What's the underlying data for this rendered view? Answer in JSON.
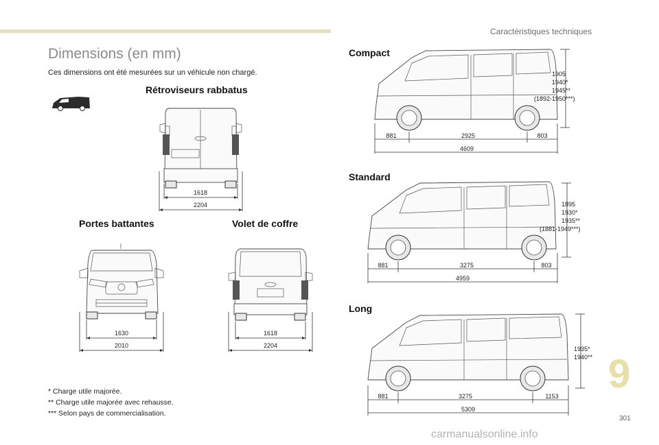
{
  "header": {
    "section": "Caractéristiques techniques"
  },
  "title": "Dimensions (en mm)",
  "subtitle": "Ces dimensions ont été mesurées sur un véhicule non chargé.",
  "sections": {
    "retro": "Rétroviseurs rabbatus",
    "portes": "Portes battantes",
    "volet": "Volet de coffre",
    "compact": "Compact",
    "standard": "Standard",
    "long": "Long"
  },
  "rear_mirrors": {
    "inner": "1618",
    "outer": "2204"
  },
  "portes_battantes": {
    "inner": "1630",
    "outer": "2010"
  },
  "volet_coffre": {
    "inner": "1618",
    "outer": "2204"
  },
  "compact": {
    "front": "881",
    "wheelbase": "2925",
    "rear": "803",
    "total": "4609",
    "heights": [
      "1905",
      "1940*",
      "1945**",
      "(1892-1950***)"
    ]
  },
  "standard": {
    "front": "881",
    "wheelbase": "3275",
    "rear": "803",
    "total": "4959",
    "heights": [
      "1895",
      "1930*",
      "1935**",
      "(1881-1949***)"
    ]
  },
  "long": {
    "front": "881",
    "wheelbase": "3275",
    "rear": "1153",
    "total": "5309",
    "heights": [
      "1935*",
      "1940**"
    ]
  },
  "footnotes": [
    "* Charge utile majorée.",
    "** Charge utile majorée avec rehausse.",
    "*** Selon pays de commercialisation."
  ],
  "chapter_number": "9",
  "page_number": "301",
  "watermark": "carmanualsonline.info",
  "colors": {
    "accent_bar": "#e6e0b4",
    "chapter_number": "#e6dfa8"
  }
}
